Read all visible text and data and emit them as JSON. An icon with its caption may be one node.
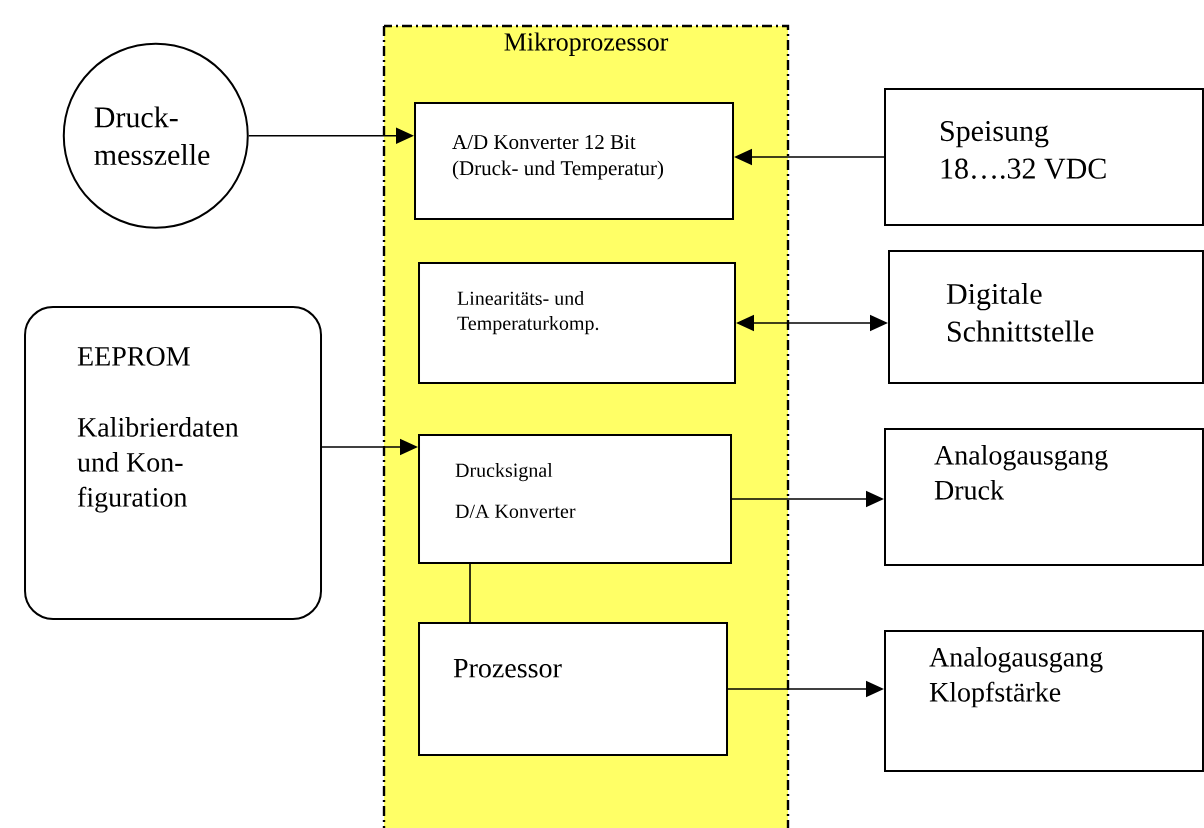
{
  "diagram": {
    "nodes": [
      {
        "text": [
          "Mikroprozessor"
        ]
      },
      {
        "text": [
          "A/D Konverter 12 Bit (Druck- und Temperatur)"
        ],
        "in": 0
      },
      {
        "text": [
          "Linearitäts- und Temperaturkomp."
        ],
        "in": 0
      },
      {
        "text": [
          "Drucksignal",
          "D/A Konverter"
        ],
        "in": 0
      },
      {
        "text": [
          "Prozessor"
        ],
        "in": 0
      },
      {
        "text": [
          "Druck- messzelle"
        ]
      },
      {
        "text": [
          "EEPROM",
          "Kalibrierdaten und Kon- figuration"
        ]
      },
      {
        "text": [
          "Speisung 18….32 VDC"
        ]
      },
      {
        "text": [
          "Digitale Schnittstelle"
        ]
      },
      {
        "text": [
          "Analogausgang Druck"
        ]
      },
      {
        "text": [
          "Analogausgang Klopfstärke"
        ]
      }
    ],
    "edges": [
      {
        "from": 5,
        "to": 1,
        "arrow": "to"
      },
      {
        "from": 7,
        "to": 1,
        "arrow": "to"
      },
      {
        "from": 2,
        "to": 8,
        "arrow": "both"
      },
      {
        "from": 6,
        "to": 3,
        "arrow": "to"
      },
      {
        "from": 3,
        "to": 9,
        "arrow": "to"
      },
      {
        "from": 3,
        "to": 4,
        "arrow": "none"
      },
      {
        "from": 4,
        "to": 10,
        "arrow": "to"
      }
    ]
  }
}
